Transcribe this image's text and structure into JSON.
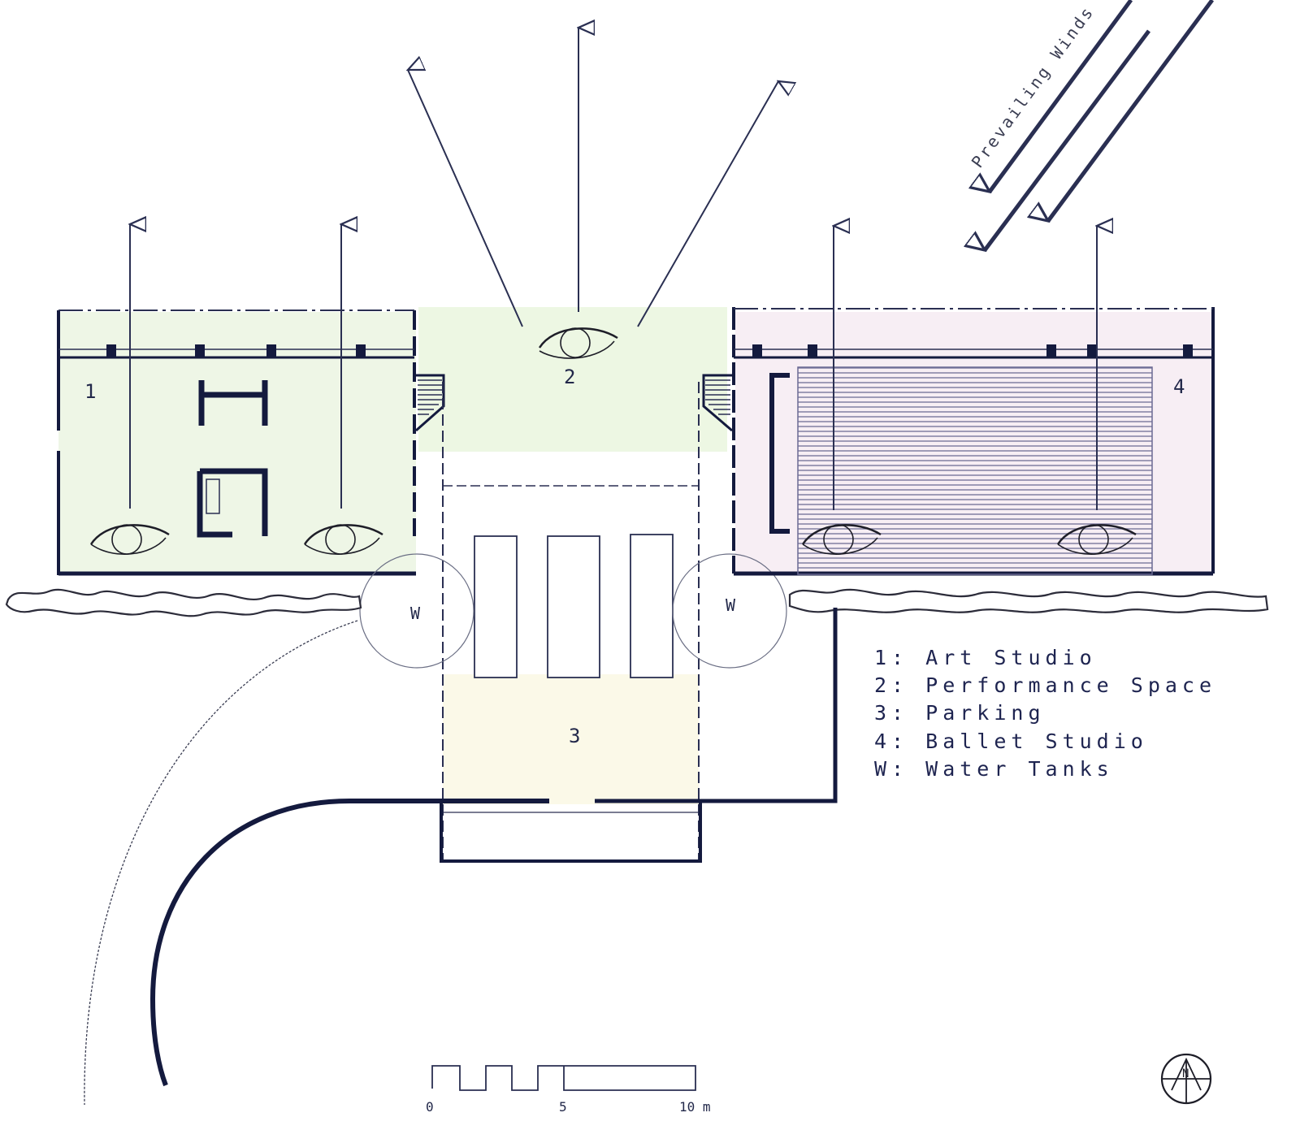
{
  "spaces": [
    {
      "number": "1",
      "name": "Art Studio",
      "fill": "#eef6e6"
    },
    {
      "number": "2",
      "name": "Performance Space",
      "fill": "#edf7e3"
    },
    {
      "number": "3",
      "name": "Parking",
      "fill": "#fbf9e8"
    },
    {
      "number": "4",
      "name": "Ballet Studio",
      "fill": "#f7eef4"
    }
  ],
  "water_tank_label": "W",
  "legend": [
    "1: Art Studio",
    "2: Performance Space",
    "3: Parking",
    "4: Ballet Studio",
    "W: Water Tanks"
  ],
  "wind_label": "Prevailing Winds",
  "scale_bar": {
    "ticks": [
      "0",
      "5",
      "10 m"
    ]
  },
  "north_label": "N",
  "colors": {
    "line": "#141a3e",
    "ballet_hatch": "#6b6a93"
  }
}
